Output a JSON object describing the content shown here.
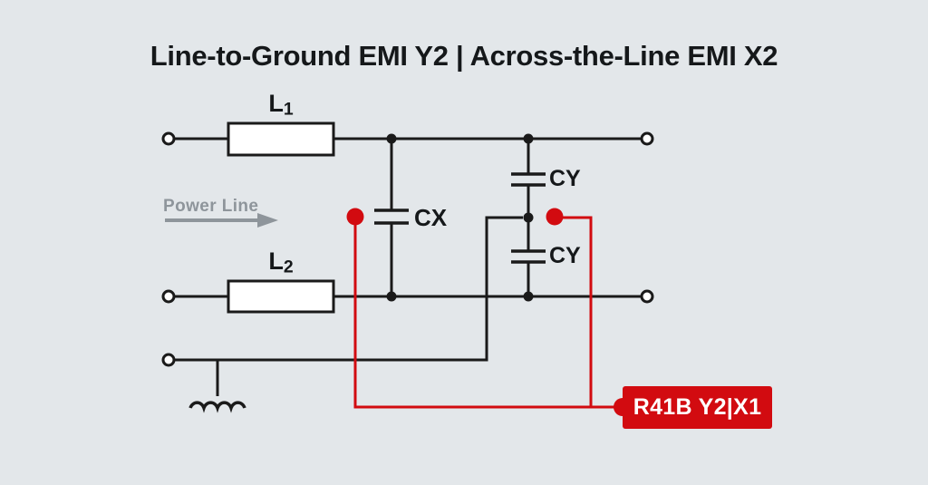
{
  "title": "Line-to-Ground EMI Y2 | Across-the-Line EMI X2",
  "colors": {
    "background": "#e3e7ea",
    "wire_black": "#1a1a1a",
    "accent_red": "#d20b10",
    "label_gray": "#8e959b",
    "component_fill": "#ffffff"
  },
  "power_line": {
    "label": "Power Line"
  },
  "components": {
    "l1": {
      "name": "L",
      "sub": "1"
    },
    "l2": {
      "name": "L",
      "sub": "2"
    },
    "cx": {
      "label": "CX"
    },
    "cy_top": {
      "label": "CY"
    },
    "cy_bottom": {
      "label": "CY"
    }
  },
  "badge": {
    "label": "R41B Y2|X1"
  }
}
